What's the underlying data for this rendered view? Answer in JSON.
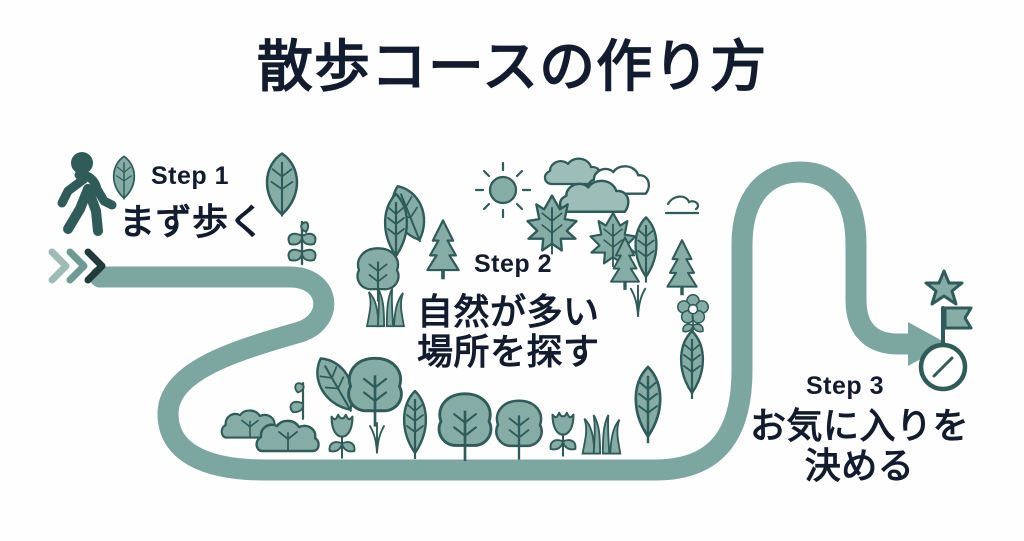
{
  "page": {
    "title": "散歩コースの作り方",
    "background_color": "#fefefe",
    "text_color": "#131c2e",
    "path_color": "#7CA7A1",
    "foliage_fill": "#85ADA6",
    "foliage_stroke": "#2F5B58",
    "accent_dark": "#2F5B58"
  },
  "steps": [
    {
      "label": "Step 1",
      "line1": "まず歩く",
      "line2": "",
      "icons": [
        "walking-person-icon",
        "chevron-triple-icon",
        "leaf-icon",
        "sprig-icon"
      ]
    },
    {
      "label": "Step 2",
      "line1": "自然が多い",
      "line2": "場所を探す",
      "icons": [
        "pine-tree-icon",
        "broadleaf-tree-icon",
        "leaf-icon",
        "sun-icon",
        "cloud-icon",
        "bush-icon",
        "tulip-icon",
        "flower-icon",
        "grass-icon"
      ]
    },
    {
      "label": "Step 3",
      "line1": "お気に入りを",
      "line2": "決める",
      "icons": [
        "arrow-right-icon",
        "star-icon",
        "flag-icon",
        "compass-icon"
      ]
    }
  ]
}
